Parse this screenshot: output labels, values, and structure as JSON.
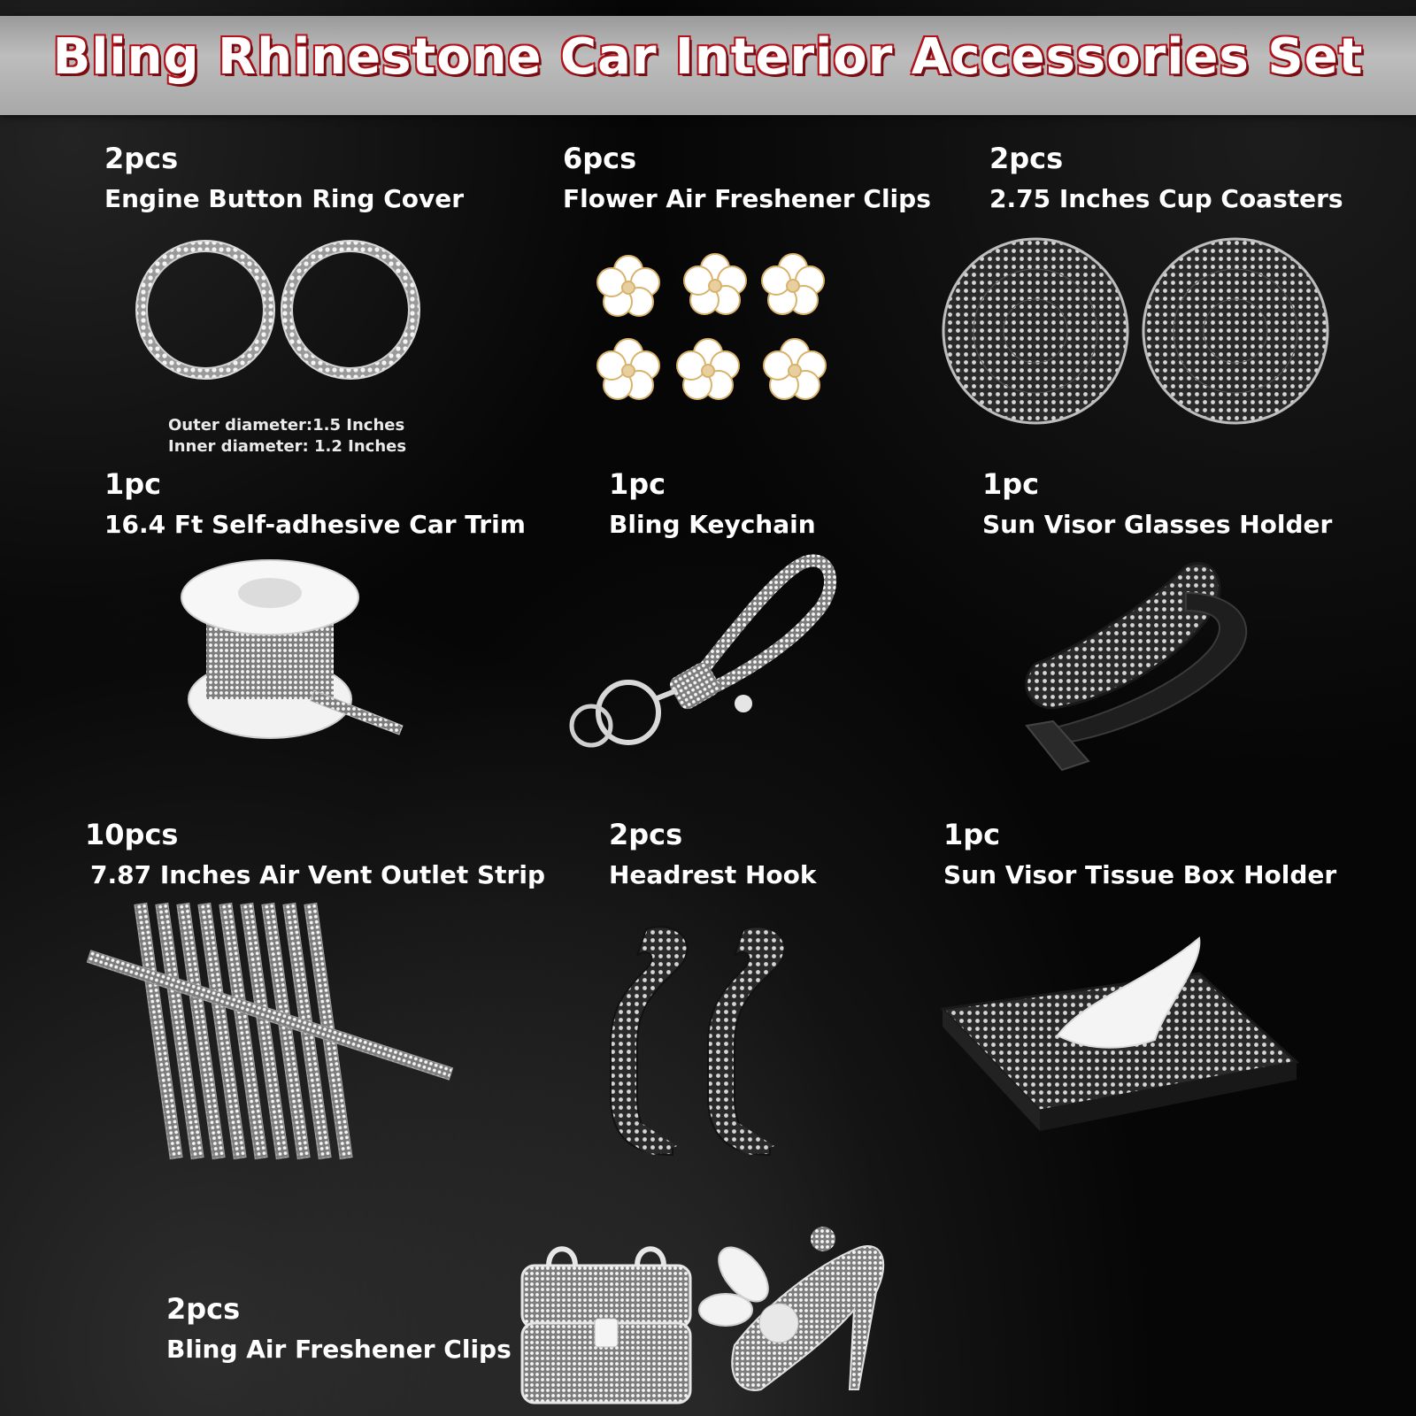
{
  "title": "Bling Rhinestone Car Interior Accessories Set",
  "items": [
    {
      "qty": "2pcs",
      "name": "Engine Button Ring Cover"
    },
    {
      "qty": "6pcs",
      "name": "Flower Air Freshener Clips"
    },
    {
      "qty": "2pcs",
      "name": "2.75 Inches Cup Coasters"
    },
    {
      "qty": "1pc",
      "name": "16.4 Ft Self-adhesive Car Trim"
    },
    {
      "qty": "1pc",
      "name": "Bling Keychain"
    },
    {
      "qty": "1pc",
      "name": "Sun Visor Glasses Holder"
    },
    {
      "qty": "10pcs",
      "name": "7.87 Inches Air Vent Outlet Strip"
    },
    {
      "qty": "2pcs",
      "name": "Headrest Hook"
    },
    {
      "qty": "1pc",
      "name": "Sun Visor Tissue Box Holder"
    },
    {
      "qty": "2pcs",
      "name": "Bling Air Freshener Clips"
    }
  ],
  "ring_spec": {
    "outer": "Outer diameter:1.5 Inches",
    "inner": "Inner diameter: 1.2 Inches"
  }
}
